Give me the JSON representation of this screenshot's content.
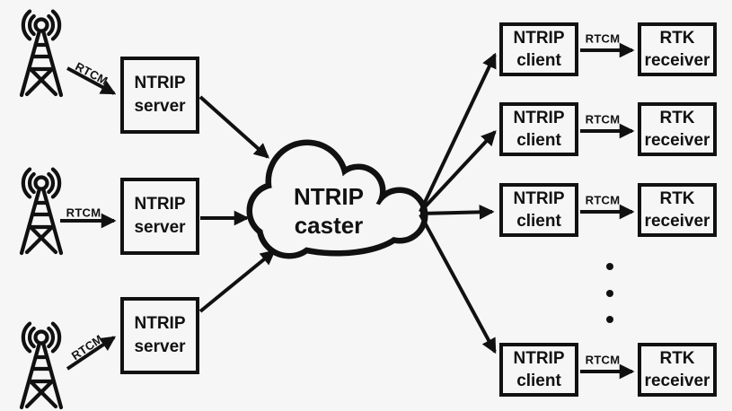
{
  "colors": {
    "background": "#f6f6f6",
    "ink": "#111111"
  },
  "caster": {
    "label": "NTRIP caster"
  },
  "servers": [
    {
      "label": "NTRIP server"
    },
    {
      "label": "NTRIP server"
    },
    {
      "label": "NTRIP server"
    }
  ],
  "uplinks": [
    {
      "label": "RTCM"
    },
    {
      "label": "RTCM"
    },
    {
      "label": "RTCM"
    }
  ],
  "clients": [
    {
      "label": "NTRIP client",
      "receiver_label": "RTK receiver",
      "link_label": "RTCM"
    },
    {
      "label": "NTRIP client",
      "receiver_label": "RTK receiver",
      "link_label": "RTCM"
    },
    {
      "label": "NTRIP client",
      "receiver_label": "RTK receiver",
      "link_label": "RTCM"
    },
    {
      "label": "NTRIP client",
      "receiver_label": "RTK receiver",
      "link_label": "RTCM"
    }
  ],
  "icons": {
    "left_sources": "antenna-tower-icon",
    "hub": "cloud-shape"
  },
  "ellipsis_dot_count": 3
}
